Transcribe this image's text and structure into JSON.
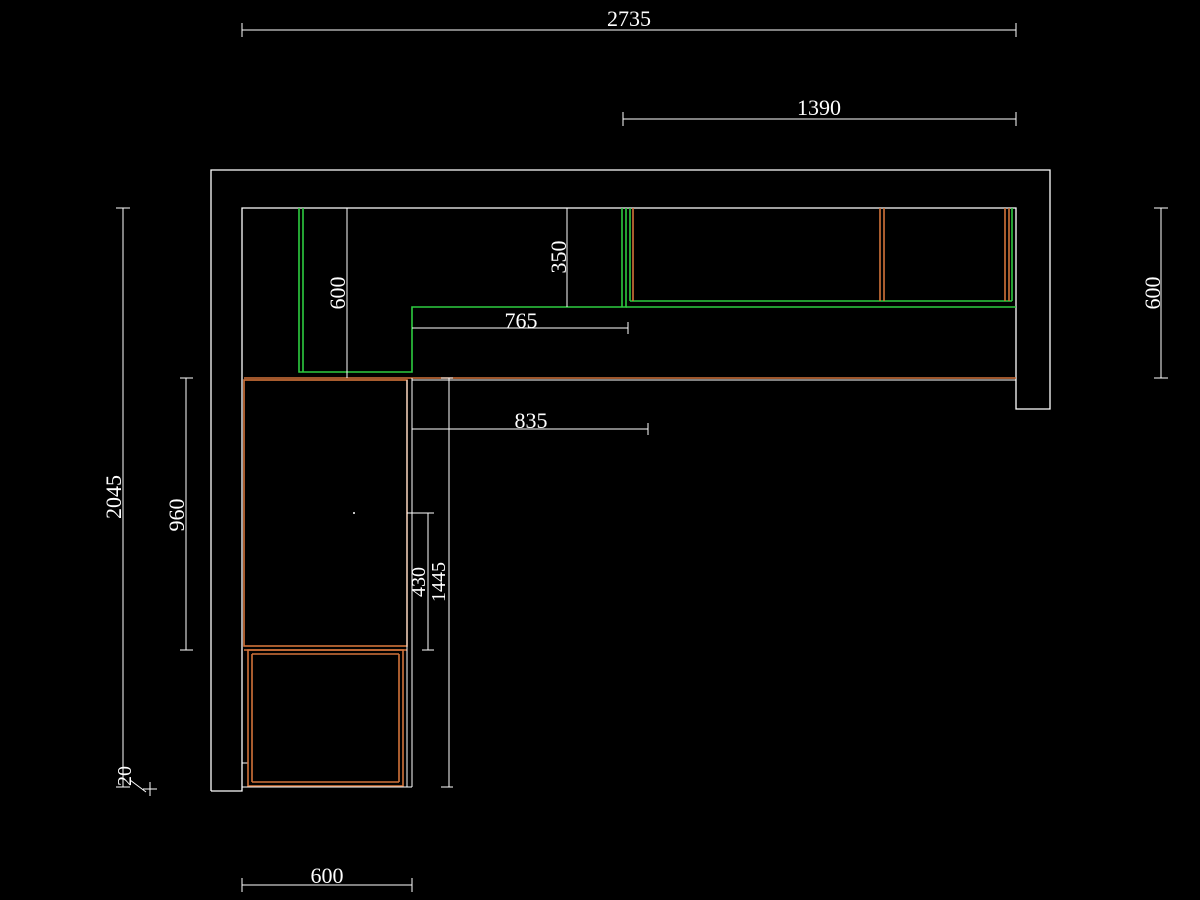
{
  "colors": {
    "background": "#000000",
    "wall": "#ffffff",
    "upper_cabinet": "#2ecc40",
    "base_cabinet": "#d2733a"
  },
  "dimensions": {
    "overall_width": "2735",
    "right_run": "1390",
    "right_depth": "600",
    "overall_height": "2045",
    "left_depth_top": "600",
    "top_gap": "350",
    "top_offset": "765",
    "opening": "835",
    "left_960": "960",
    "seg_430": "430",
    "seg_1445": "1445",
    "small_20": "20",
    "bottom_width": "600"
  }
}
